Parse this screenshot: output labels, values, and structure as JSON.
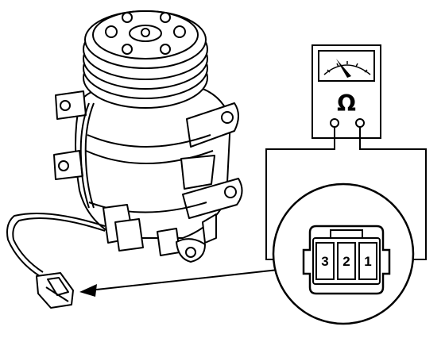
{
  "meter": {
    "symbol": "Ω",
    "icon": "ohmmeter-icon"
  },
  "connector": {
    "pins": [
      "3",
      "2",
      "1"
    ]
  },
  "illustration": {
    "compressor_icon": "ac-compressor-icon",
    "harness_connector_icon": "connector-plug-icon",
    "arrow_icon": "pointer-arrow-icon"
  }
}
